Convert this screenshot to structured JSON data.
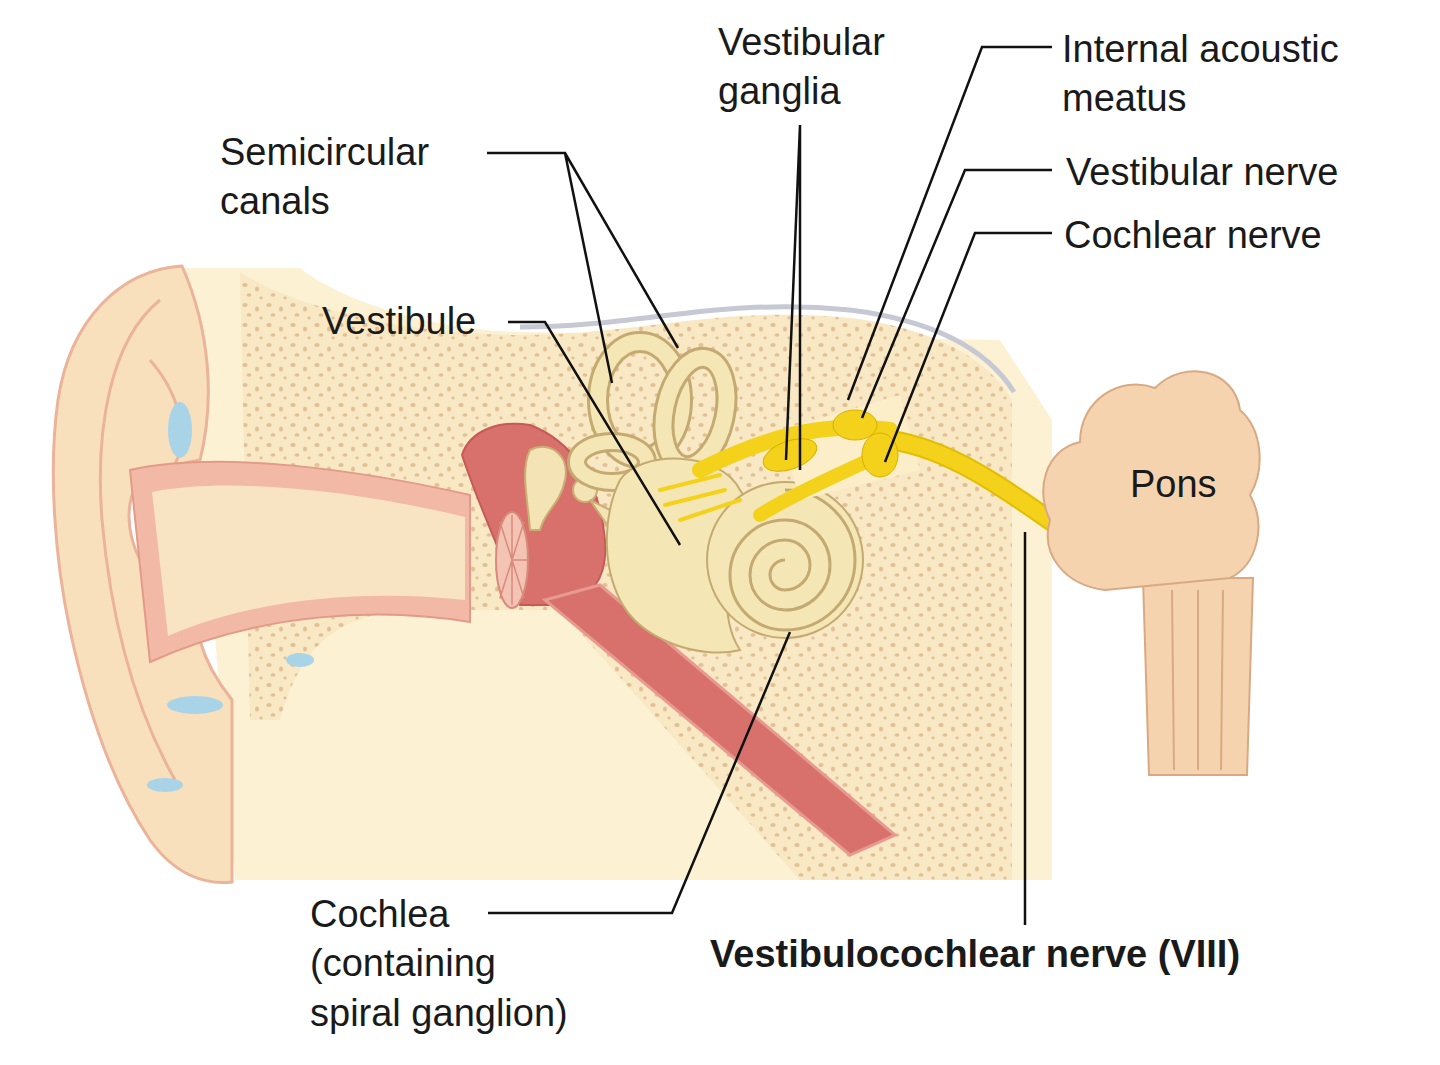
{
  "diagram": {
    "nodes": [
      {
        "text": [
          "Pons"
        ]
      }
    ],
    "labels": [
      "Vestibular ganglia",
      "Internal acoustic meatus",
      "Semicircular canals",
      "Vestibular nerve",
      "Cochlear nerve",
      "Vestibule",
      "Cochlea (containing spiral ganglion)",
      "Vestibulocochlear nerve (VIII)"
    ]
  }
}
